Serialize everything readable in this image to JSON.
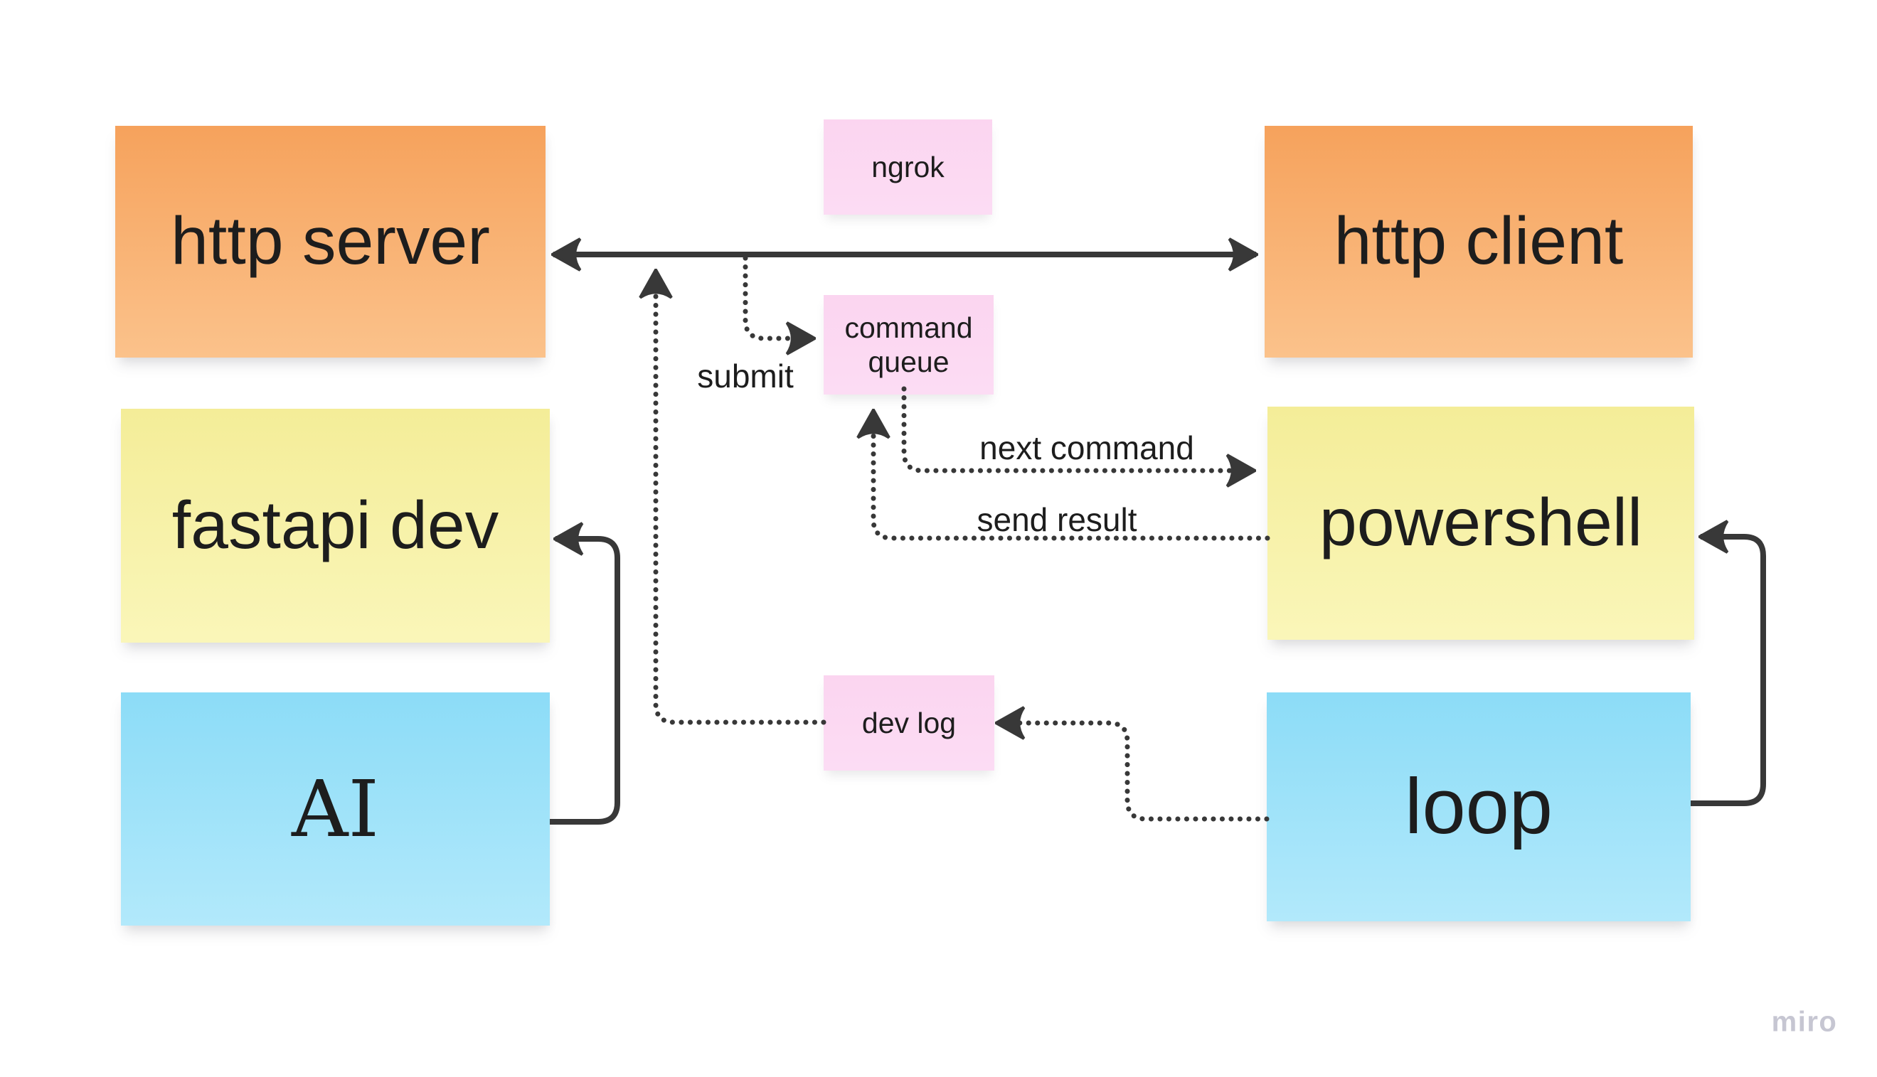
{
  "board": {
    "watermark": "miro"
  },
  "colors": {
    "orange_top": "#f6a25c",
    "orange_bottom": "#fbc28b",
    "yellow_top": "#f4ed98",
    "yellow_bottom": "#faf6b9",
    "blue_top": "#8cdcf7",
    "blue_bottom": "#b2e9fb",
    "pink_top": "#fbd5f0",
    "pink_bottom": "#fcdcf4",
    "connector_line": "#383838",
    "text": "#1d1d1d",
    "watermark_color": "#c6c6d2",
    "background": "#ffffff"
  },
  "stickies": {
    "http_server": {
      "label": "http server",
      "color": "orange"
    },
    "http_client": {
      "label": "http client",
      "color": "orange"
    },
    "fastapi_dev": {
      "label": "fastapi dev",
      "color": "yellow"
    },
    "powershell": {
      "label": "powershell",
      "color": "yellow"
    },
    "ai": {
      "label": "AI",
      "color": "blue"
    },
    "loop": {
      "label": "loop",
      "color": "blue"
    },
    "ngrok": {
      "label": "ngrok",
      "color": "pink"
    },
    "command_queue": {
      "label": "command queue",
      "color": "pink"
    },
    "dev_log": {
      "label": "dev log",
      "color": "pink"
    }
  },
  "connectors": {
    "http_server_http_client": {
      "style": "solid",
      "arrows": "both",
      "label": ""
    },
    "submit": {
      "style": "dotted",
      "label": "submit",
      "from": "http tunnel line",
      "to": "command queue"
    },
    "next_command": {
      "style": "dotted",
      "label": "next command",
      "from": "command queue",
      "to": "powershell"
    },
    "send_result": {
      "style": "dotted",
      "label": "send result",
      "from": "powershell",
      "to": "command queue"
    },
    "loop_dev_log": {
      "style": "dotted",
      "label": "",
      "from": "loop",
      "to": "dev log"
    },
    "dev_log_tunnel": {
      "style": "dotted",
      "label": "",
      "from": "dev log",
      "to": "http tunnel line"
    },
    "ai_fastapi": {
      "style": "solid",
      "label": "",
      "from": "AI",
      "to": "fastapi dev"
    },
    "loop_powershell": {
      "style": "solid",
      "label": "",
      "from": "loop",
      "to": "powershell"
    }
  }
}
